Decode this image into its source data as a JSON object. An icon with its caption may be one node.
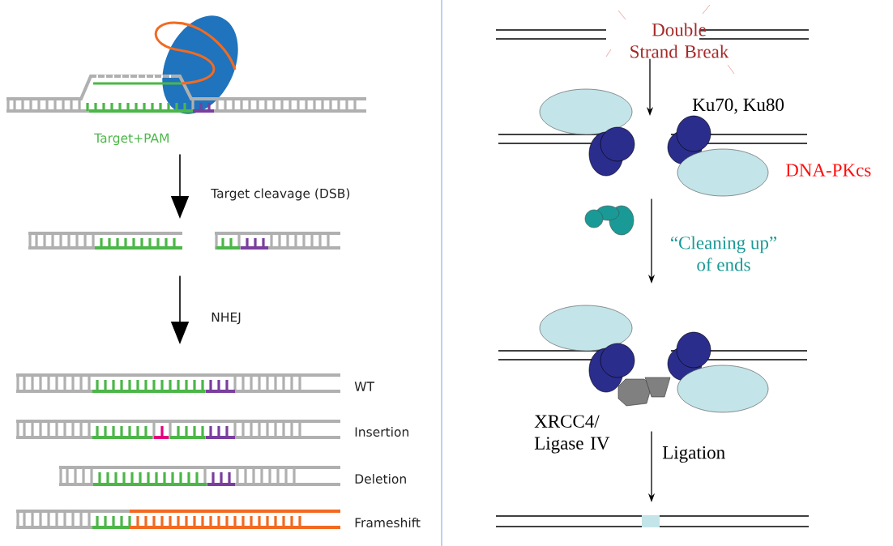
{
  "diagram": {
    "nodes": [
      {
        "text": [],
        "shape": "picture",
        "beside": [
          "Target+PAM"
        ]
      },
      {
        "text": [],
        "shape": "picture"
      },
      {
        "text": [],
        "shape": "picture",
        "beside": [
          "WT"
        ]
      },
      {
        "text": [],
        "shape": "picture",
        "beside": [
          "Insertion"
        ]
      },
      {
        "text": [],
        "shape": "picture",
        "beside": [
          "Deletion"
        ]
      },
      {
        "text": [],
        "shape": "picture",
        "beside": [
          "Frameshift"
        ]
      },
      {
        "text": [
          "Double Strand Break"
        ]
      },
      {
        "text": [],
        "shape": "picture"
      },
      {
        "text": [],
        "shape": "picture",
        "beside": [
          "XRCC4/ Ligase IV"
        ]
      },
      {
        "text": [],
        "shape": "picture"
      }
    ],
    "edges": [
      {
        "from": 0,
        "to": 1,
        "arrow": "to",
        "label": "Target cleavage (DSB)"
      },
      {
        "from": 1,
        "to": 2,
        "arrow": "to",
        "label": "NHEJ"
      },
      {
        "from": 6,
        "to": 7,
        "arrow": "to"
      },
      {
        "from": 7,
        "to": 8,
        "arrow": "to",
        "label": "“Cleaning up” of ends"
      },
      {
        "from": 8,
        "to": 9,
        "arrow": "to",
        "label": "Ligation"
      }
    ],
    "labels": [
      "Ku70, Ku80",
      "DNA-PKcs"
    ]
  }
}
